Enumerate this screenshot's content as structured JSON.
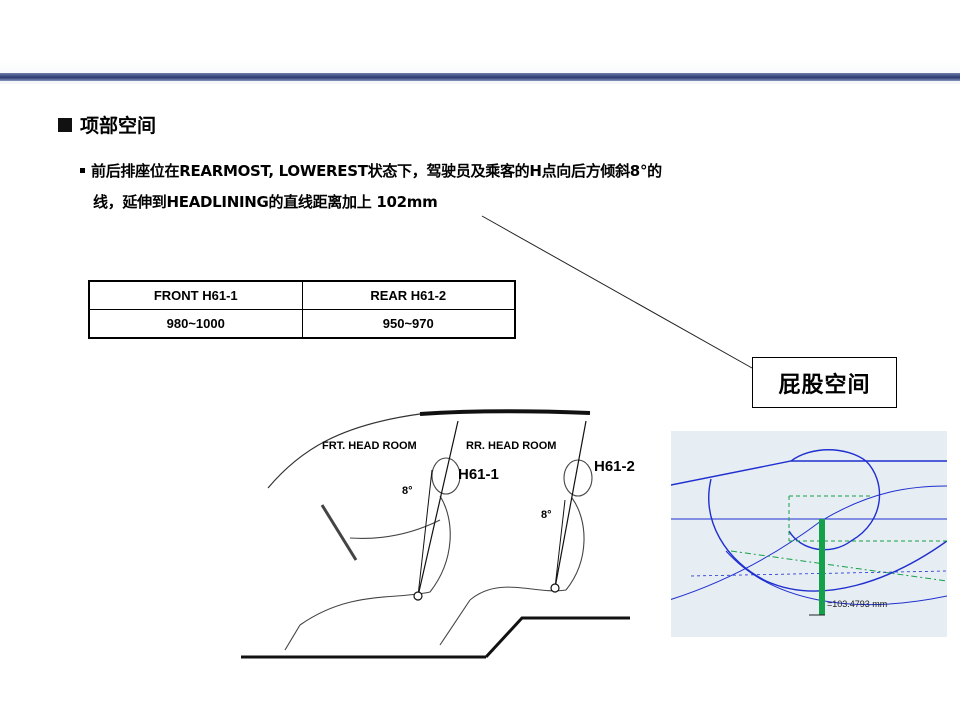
{
  "heading": {
    "text": "项部空间"
  },
  "description": {
    "line1": "前后排座位在REARMOST, LOWEREST状态下，驾驶员及乘客的H点向后方倾斜8°的",
    "line2": "线，延伸到HEADLINING的直线距离加上 102mm"
  },
  "table": {
    "headers": [
      "FRONT  H61-1",
      "REAR H61-2"
    ],
    "values": [
      "980~1000",
      "950~970"
    ]
  },
  "callout": {
    "text": "屁股空间"
  },
  "diagram": {
    "front_label": "FRT. HEAD ROOM",
    "rear_label": "RR. HEAD ROOM",
    "front_code": "H61-1",
    "rear_code": "H61-2",
    "angle_front": "8°",
    "angle_rear": "8°"
  },
  "cad": {
    "measurement": "=103.4793 mm"
  },
  "colors": {
    "rule": "#2b3a72",
    "cad_blue": "#1f2fd0",
    "cad_green": "#15a04a"
  }
}
